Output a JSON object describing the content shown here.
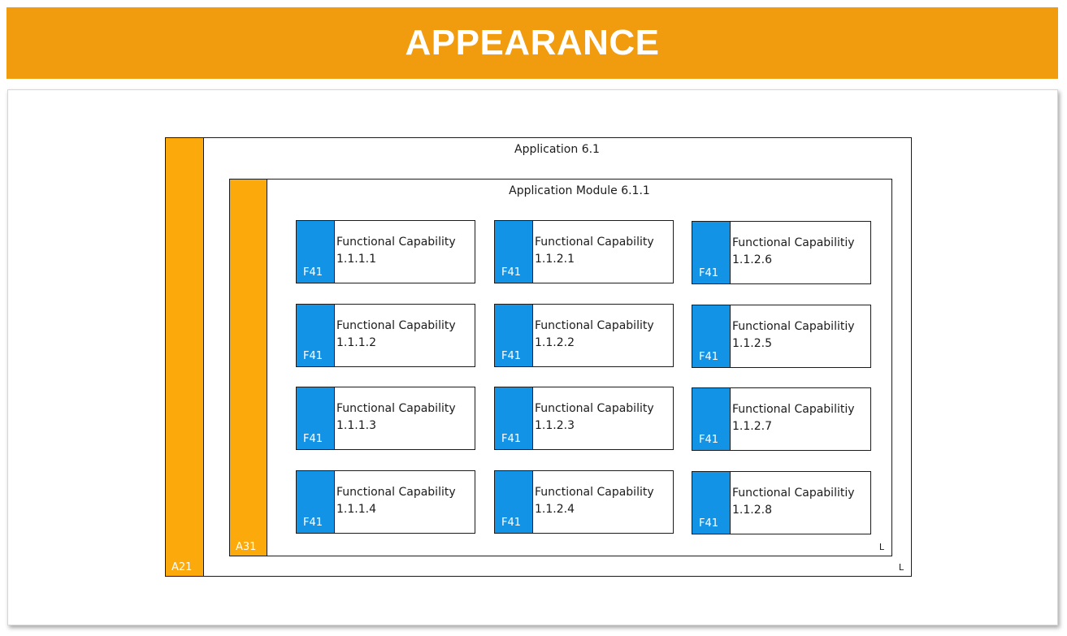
{
  "header": {
    "title": "APPEARANCE"
  },
  "application": {
    "title": "Application 6.1",
    "code": "A21",
    "corner": "L"
  },
  "module": {
    "title": "Application Module 6.1.1",
    "code": "A31",
    "corner": "L"
  },
  "capabilities": [
    {
      "name": "Functional Capability",
      "number": "1.1.1.1",
      "code": "F41"
    },
    {
      "name": "Functional Capability",
      "number": "1.1.1.2",
      "code": "F41"
    },
    {
      "name": "Functional Capability",
      "number": "1.1.1.3",
      "code": "F41"
    },
    {
      "name": "Functional Capability",
      "number": "1.1.1.4",
      "code": "F41"
    },
    {
      "name": "Functional Capability",
      "number": "1.1.2.1",
      "code": "F41"
    },
    {
      "name": "Functional Capability",
      "number": "1.1.2.2",
      "code": "F41"
    },
    {
      "name": "Functional Capability",
      "number": "1.1.2.3",
      "code": "F41"
    },
    {
      "name": "Functional Capability",
      "number": "1.1.2.4",
      "code": "F41"
    },
    {
      "name": "Functional Capabilitiy",
      "number": "1.1.2.6",
      "code": "F41"
    },
    {
      "name": "Functional Capabilitiy",
      "number": "1.1.2.5",
      "code": "F41"
    },
    {
      "name": "Functional Capabilitiy",
      "number": "1.1.2.7",
      "code": "F41"
    },
    {
      "name": "Functional Capabilitiy",
      "number": "1.1.2.8",
      "code": "F41"
    }
  ],
  "colors": {
    "header": "#f09c0e",
    "application_bar": "#fca90b",
    "capability_bar": "#1393e6",
    "border": "#1b1b1b"
  }
}
